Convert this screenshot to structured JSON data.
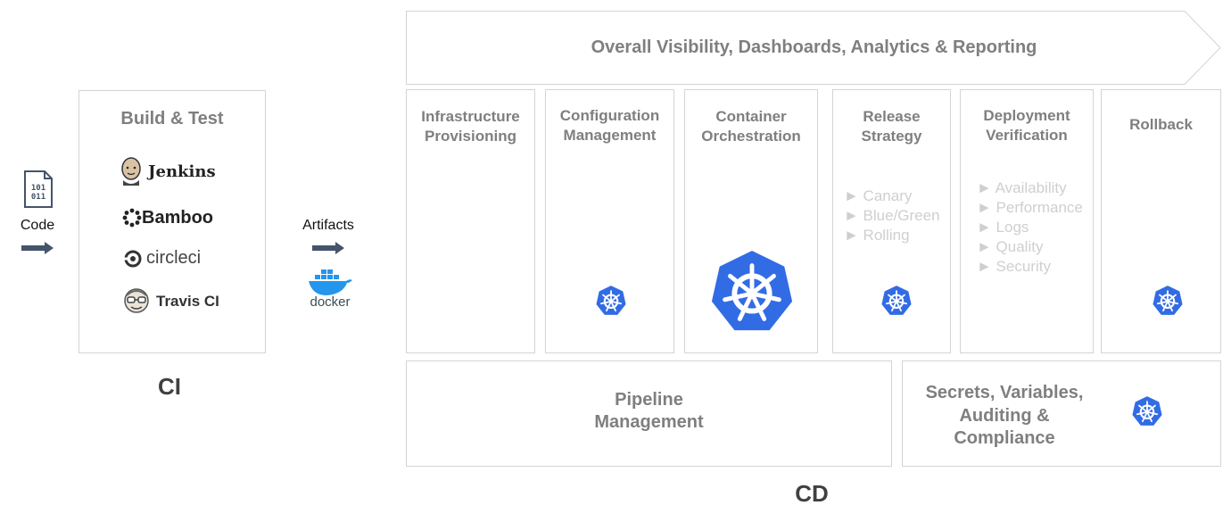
{
  "colors": {
    "k8s_blue": "#326ce5",
    "box_border": "#d4d4d4",
    "heading_gray": "#7f7f7f",
    "list_gray": "#cfcfcf",
    "arrow_dark": "#44546a"
  },
  "code": {
    "icon": "binary-file-icon",
    "binary_top": "101",
    "binary_bottom": "011",
    "label": "Code"
  },
  "ci": {
    "box_title": "Build & Test",
    "tools": [
      "Jenkins",
      "Bamboo",
      "circleci",
      "Travis CI"
    ],
    "label": "CI"
  },
  "artifacts": {
    "label": "Artifacts",
    "logo_text": "docker"
  },
  "cd": {
    "banner": "Overall Visibility, Dashboards, Analytics & Reporting",
    "columns": {
      "infra": "Infrastructure\nProvisioning",
      "config": "Configuration\nManagement",
      "orchestration": "Container\nOrchestration",
      "release": "Release\nStrategy",
      "verification": "Deployment\nVerification",
      "rollback": "Rollback"
    },
    "release_items": [
      "► Canary",
      "► Blue/Green",
      "► Rolling"
    ],
    "verification_items": [
      "► Availability",
      "► Performance",
      "► Logs",
      "► Quality",
      "► Security"
    ],
    "pipeline": "Pipeline\nManagement",
    "secrets": "Secrets, Variables,\nAuditing &\nCompliance",
    "label": "CD"
  }
}
